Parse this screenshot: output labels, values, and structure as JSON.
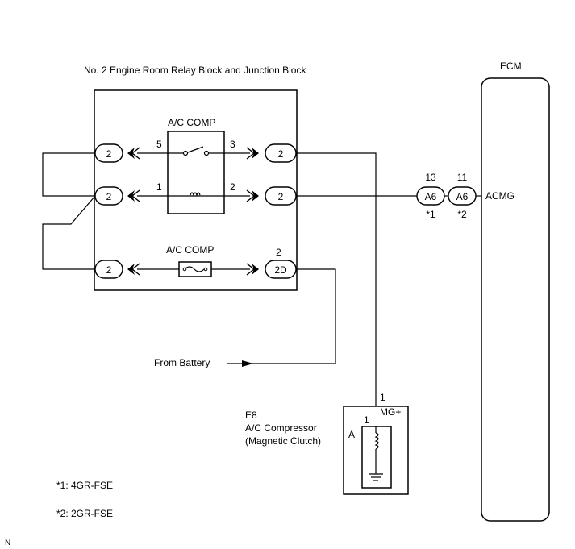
{
  "relay_block": {
    "title": "No. 2 Engine Room Relay Block and Junction Block",
    "relay_name": "A/C COMP",
    "fuse_name": "A/C COMP",
    "relay_pins": {
      "p5": "5",
      "p3": "3",
      "p1": "1",
      "p2": "2"
    },
    "fuse_pin": "2",
    "connectors_left": [
      "2",
      "2",
      "2"
    ],
    "connectors_right": [
      "2",
      "2",
      "2D"
    ]
  },
  "ecm": {
    "title": "ECM",
    "pin_a_num": "13",
    "pin_a_conn": "A6",
    "pin_a_note": "*1",
    "pin_b_num": "11",
    "pin_b_conn": "A6",
    "pin_b_note": "*2",
    "signal": "ACMG"
  },
  "battery_label": "From Battery",
  "compressor": {
    "code": "E8",
    "name": "A/C Compressor",
    "subname": "(Magnetic Clutch)",
    "pin_outer": "1",
    "signal": "MG+",
    "connector": "A",
    "pin_inner": "1"
  },
  "notes": [
    "*1: 4GR-FSE",
    "*2: 2GR-FSE"
  ],
  "corner_mark": "N"
}
